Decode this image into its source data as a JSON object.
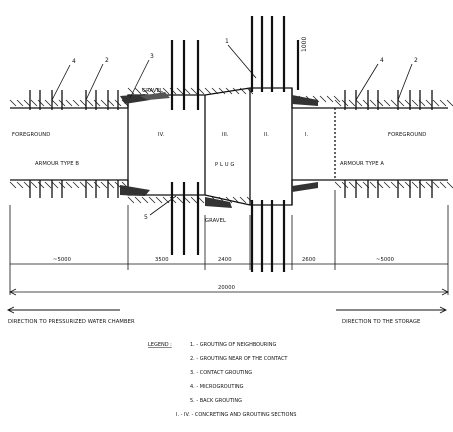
{
  "labels": {
    "foreground_left": "FOREGROUND",
    "foreground_right": "FOREGROUND",
    "armour_left": "ARMOUR TYPE B",
    "armour_right": "ARMOUR TYPE A",
    "plug": "P L U G",
    "gravel_top": "GRAVEL",
    "gravel_bottom": "GRAVEL",
    "section_iv": "IV.",
    "section_iii": "III.",
    "section_ii": "II.",
    "section_i": "I."
  },
  "callouts": [
    "4",
    "2",
    "3",
    "1",
    "4",
    "2",
    "5"
  ],
  "depth_label": "1000",
  "dimensions": {
    "left_span": "~5000",
    "section_iv": "3500",
    "section_iii": "2400",
    "section_i": "2600",
    "right_span": "~5000",
    "total": "20000"
  },
  "directions": {
    "left": "DIRECTION TO PRESSURIZED WATER CHAMBER",
    "right": "DIRECTION TO THE STORAGE"
  },
  "legend": {
    "title": "LEGEND :",
    "items": [
      "1. - GROUTING OF NEIGHBOURING",
      "2. - GROUTING NEAR OF THE CONTACT",
      "3. - CONTACT GROUTING",
      "4. - MICROGROUTING",
      "5. - BACK GROUTING",
      "I. - IV. - CONCRETING AND GROUTING SECTIONS"
    ]
  }
}
